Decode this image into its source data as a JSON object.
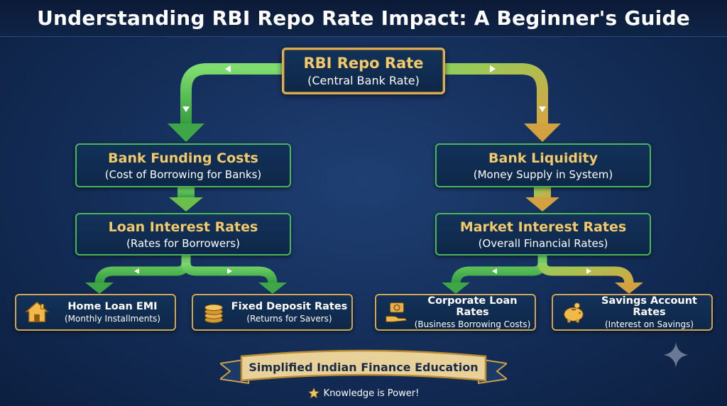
{
  "title": "Understanding RBI Repo Rate Impact: A Beginner's Guide",
  "root": {
    "heading": "RBI Repo Rate",
    "sub": "(Central Bank Rate)"
  },
  "left": {
    "level1": {
      "heading": "Bank Funding Costs",
      "sub": "(Cost of Borrowing for Banks)"
    },
    "level2": {
      "heading": "Loan Interest Rates",
      "sub": "(Rates for Borrowers)"
    },
    "leaves": [
      {
        "heading": "Home Loan EMI",
        "sub": "(Monthly Installments)",
        "icon": "house-icon"
      },
      {
        "heading": "Fixed Deposit Rates",
        "sub": "(Returns for Savers)",
        "icon": "coin-stack-icon"
      }
    ]
  },
  "right": {
    "level1": {
      "heading": "Bank Liquidity",
      "sub": "(Money Supply in System)"
    },
    "level2": {
      "heading": "Market Interest Rates",
      "sub": "(Overall Financial Rates)"
    },
    "leaves": [
      {
        "heading": "Corporate Loan Rates",
        "sub": "(Business Borrowing Costs)",
        "icon": "hand-money-icon"
      },
      {
        "heading": "Savings Account Rates",
        "sub": "(Interest on Savings)",
        "icon": "piggy-bank-icon"
      }
    ]
  },
  "footer": {
    "banner": "Simplified Indian Finance Education",
    "tagline": "Knowledge is Power!",
    "tagline_icon": "star-icon"
  },
  "colors": {
    "background": "#15305c",
    "gold": "#d8ad5a",
    "green": "#49b85a",
    "heading_gold": "#f3c96a"
  }
}
